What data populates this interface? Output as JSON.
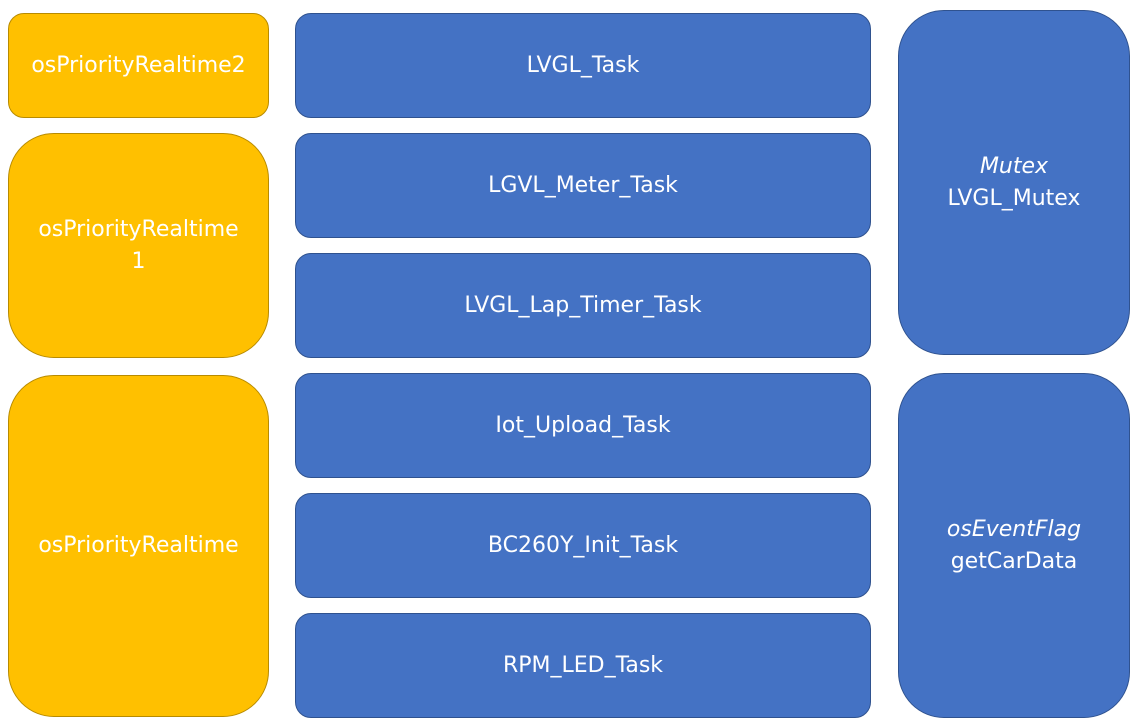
{
  "priorities": [
    {
      "label": "osPriorityRealtime2"
    },
    {
      "label": "osPriorityRealtime\n1"
    },
    {
      "label": "osPriorityRealtime"
    }
  ],
  "tasks": [
    {
      "label": "LVGL_Task"
    },
    {
      "label": "LGVL_Meter_Task"
    },
    {
      "label": "LVGL_Lap_Timer_Task"
    },
    {
      "label": "Iot_Upload_Task"
    },
    {
      "label": "BC260Y_Init_Task"
    },
    {
      "label": "RPM_LED_Task"
    }
  ],
  "sync_objects": [
    {
      "kind": "Mutex",
      "name": "LVGL_Mutex"
    },
    {
      "kind": "osEventFlag",
      "name": "getCarData"
    }
  ],
  "colors": {
    "priority_fill": "#FFC000",
    "task_fill": "#4472C4",
    "text": "#FFFFFF"
  }
}
